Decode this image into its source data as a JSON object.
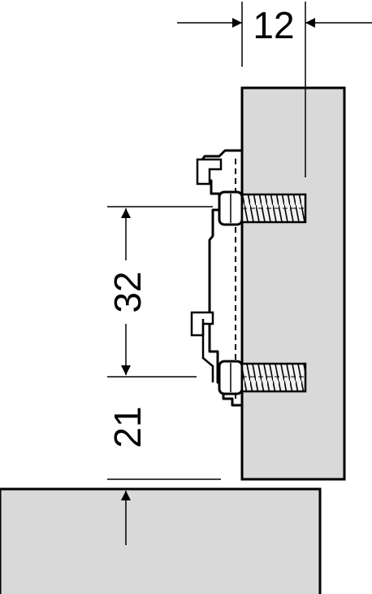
{
  "dimensions": {
    "screw_offset": "12",
    "screw_spacing": "32",
    "edge_distance": "21"
  },
  "colors": {
    "panel_fill": "#d9d9d9",
    "line": "#000000",
    "background": "#ffffff"
  }
}
